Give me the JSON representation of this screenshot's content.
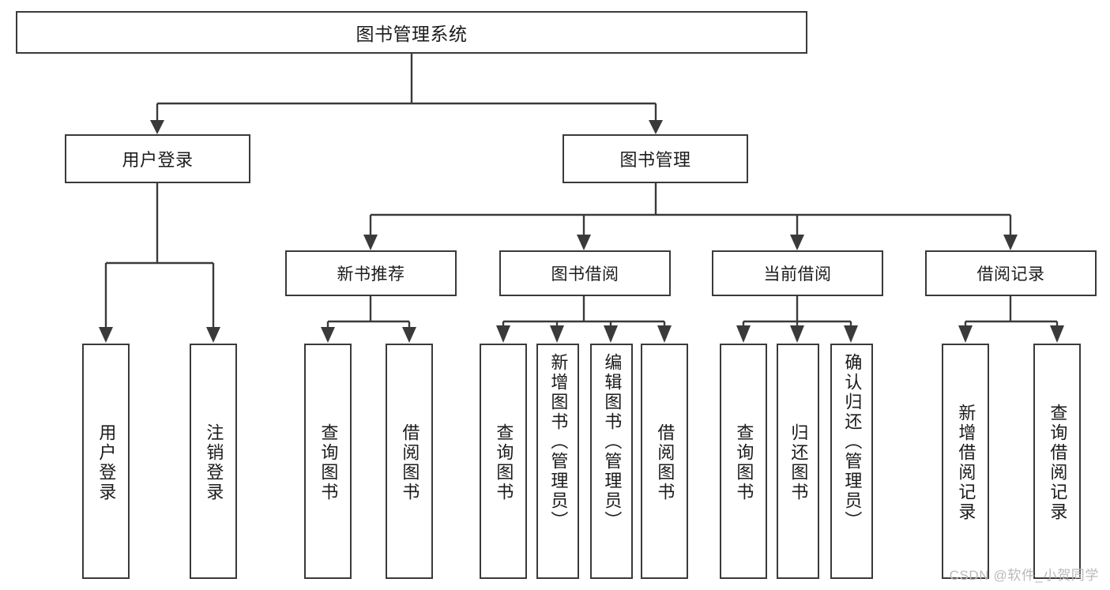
{
  "diagram": {
    "title": "图书管理系统",
    "type": "功能结构图",
    "colors": {
      "stroke": "#3a3a3a",
      "box_fill": "#ffffff",
      "text": "#1b1b1b",
      "watermark": "#b9b9b9",
      "background": "#ffffff"
    },
    "root": {
      "label": "图书管理系统"
    },
    "level1": [
      {
        "label": "用户登录"
      },
      {
        "label": "图书管理"
      }
    ],
    "level2": [
      {
        "label": "新书推荐"
      },
      {
        "label": "图书借阅"
      },
      {
        "label": "当前借阅"
      },
      {
        "label": "借阅记录"
      }
    ],
    "leaves": {
      "user_login": [
        {
          "label": "用户登录"
        },
        {
          "label": "注销登录"
        }
      ],
      "new_book_recommend": [
        {
          "label": "查询图书"
        },
        {
          "label": "借阅图书"
        }
      ],
      "book_borrow": [
        {
          "label": "查询图书"
        },
        {
          "label": "新增图书（管理员）"
        },
        {
          "label": "编辑图书（管理员）"
        },
        {
          "label": "借阅图书"
        }
      ],
      "current_borrow": [
        {
          "label": "查询图书"
        },
        {
          "label": "归还图书"
        },
        {
          "label": "确认归还（管理员）"
        }
      ],
      "borrow_record": [
        {
          "label": "新增借阅记录"
        },
        {
          "label": "查询借阅记录"
        }
      ]
    },
    "watermark": "CSDN @软件_小贺同学"
  }
}
